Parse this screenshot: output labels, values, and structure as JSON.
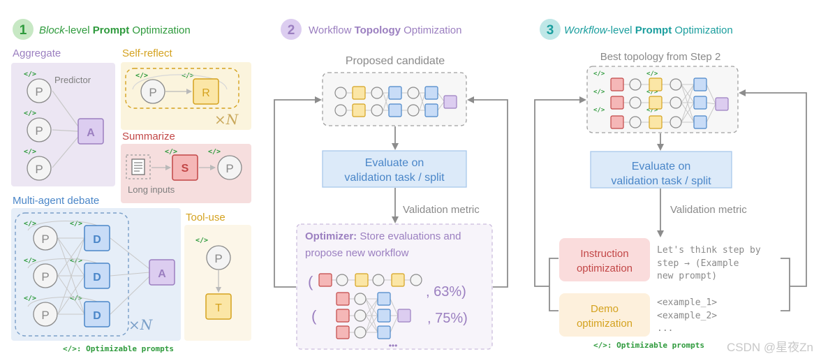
{
  "step1": {
    "num": "1",
    "title_prefix": "Block",
    "title_mid": "-level ",
    "title_bold": "Prompt",
    "title_suffix": " Optimization",
    "aggregate": {
      "label": "Aggregate",
      "predictor": "Predictor",
      "node_p": "P",
      "node_a": "A"
    },
    "selfreflect": {
      "label": "Self-reflect",
      "node_p": "P",
      "node_r": "R",
      "times": "×",
      "n": "N"
    },
    "summarize": {
      "label": "Summarize",
      "node_s": "S",
      "node_p": "P",
      "long_inputs": "Long inputs"
    },
    "debate": {
      "label": "Multi-agent debate",
      "node_p": "P",
      "node_d": "D",
      "node_a": "A",
      "times": "×",
      "n": "N"
    },
    "tooluse": {
      "label": "Tool-use",
      "node_p": "P",
      "node_t": "T"
    },
    "code_tag": "</>",
    "legend": "</>: Optimizable prompts"
  },
  "step2": {
    "num": "2",
    "title_pre": "Workflow ",
    "title_bold": "Topology",
    "title_suffix": " Optimization",
    "proposed": "Proposed candidate",
    "evaluate_line1": "Evaluate on",
    "evaluate_line2": "validation task / split",
    "metric": "Validation metric",
    "optimizer_bold": "Optimizer:",
    "optimizer_rest": " Store evaluations and",
    "optimizer_line2": "propose new workflow",
    "paren": "(",
    "score1": ", 63%)",
    "score2": ", 75%)",
    "ellipsis": "•••"
  },
  "step3": {
    "num": "3",
    "title_prefix": "Workflow",
    "title_mid": "-level ",
    "title_bold": "Prompt",
    "title_suffix": " Optimization",
    "best": "Best topology from Step 2",
    "evaluate_line1": "Evaluate on",
    "evaluate_line2": "validation task / split",
    "metric": "Validation metric",
    "instruction_line1": "Instruction",
    "instruction_line2": "optimization",
    "instr_text": [
      "Let's think step by",
      "step → (Example",
      "new prompt)"
    ],
    "demo_line1": "Demo",
    "demo_line2": "optimization",
    "demo_text": [
      "<example_1>",
      "<example_2>",
      "..."
    ],
    "legend": "</>: Optimizable prompts"
  },
  "watermark": "CSDN @星夜Zn",
  "colors": {
    "green": "#2e9a3c",
    "purple": "#9b7fc0",
    "teal": "#1b9e9e",
    "node_gray_stroke": "#8a8a8a",
    "node_purple_fill": "#dccdf0",
    "node_yellow_fill": "#fbe6a6",
    "node_red_fill": "#f5b7b7",
    "node_blue_fill": "#c8dcf7",
    "eval_fill": "#dceaf9",
    "eval_text": "#4a86c8"
  }
}
